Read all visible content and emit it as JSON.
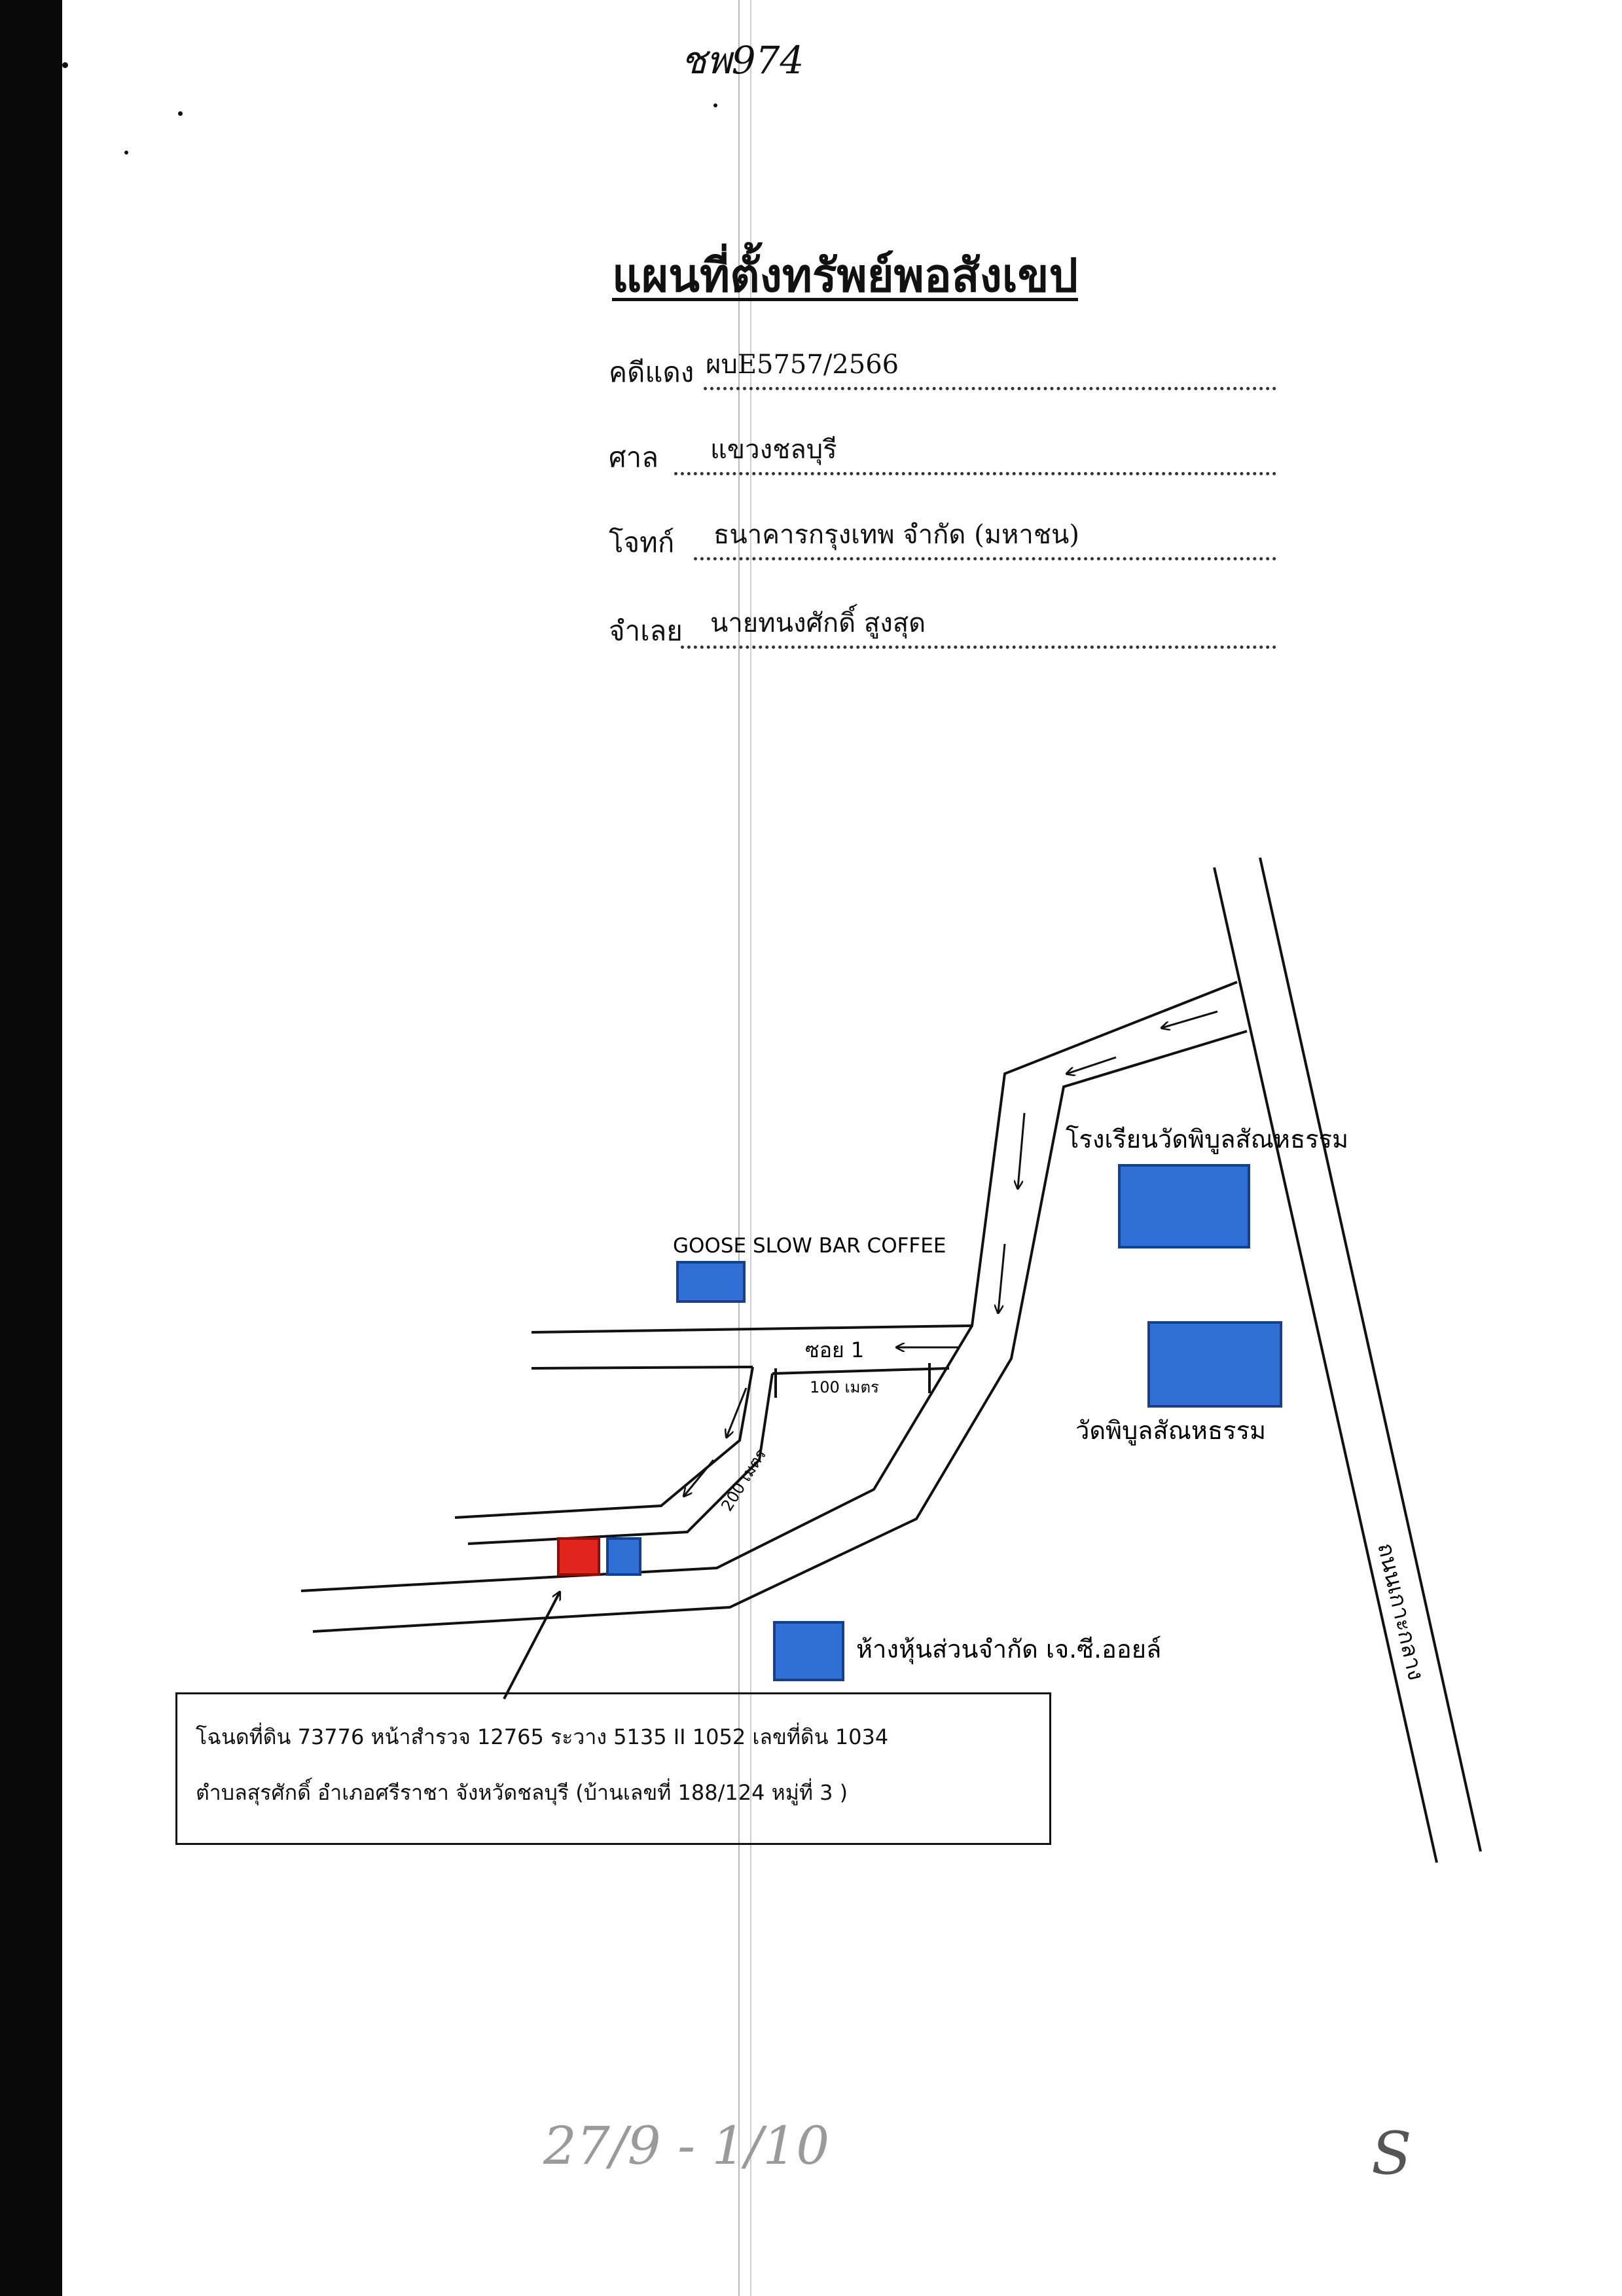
{
  "handwritten_top": "ชพ974",
  "title": "แผนที่ตั้งทรัพย์พอสังเขป",
  "fields": [
    {
      "label": "คดีแดง",
      "value": "ผบE5757/2566"
    },
    {
      "label": "ศาล",
      "value": "แขวงชลบุรี"
    },
    {
      "label": "โจทก์",
      "value": "ธนาคารกรุงเทพ จำกัด (มหาชน)"
    },
    {
      "label": "จำเลย",
      "value": "นายทนงศักดิ์ สูงสุด"
    }
  ],
  "map": {
    "labels": {
      "school": "โรงเรียนวัดพิบูลสัณหธรรม",
      "temple": "วัดพิบูลสัณหธรรม",
      "cafe": "GOOSE SLOW BAR COFFEE",
      "soi": "ซอย 1",
      "dist_100": "100 เมตร",
      "dist_200": "200 เมตร",
      "main_road": "ถนนเกาะกลาง",
      "company": "ห้างหุ้นส่วนจำกัด เจ.ซี.ออยล์"
    },
    "colors": {
      "landmark": "#2f6fd6",
      "landmark_border": "#1a3f8a",
      "target": "#e0261e",
      "target_border": "#8a0f0a"
    }
  },
  "info": {
    "line1": "โฉนดที่ดิน  73776 หน้าสำรวจ 12765 ระวาง 5135 II 1052 เลขที่ดิน 1034",
    "line2": "ตำบลสุรศักดิ์  อำเภอศรีราชา จังหวัดชลบุรี (บ้านเลขที่ 188/124  หมู่ที่ 3 )"
  },
  "handwritten_bottom_left": "27/9 - 1/10",
  "handwritten_bottom_right": "S"
}
